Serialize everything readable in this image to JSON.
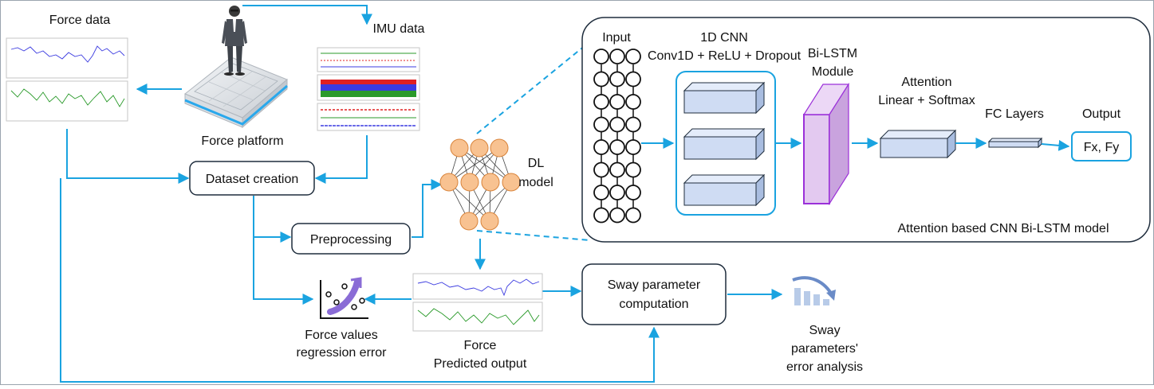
{
  "colors": {
    "arrow": "#1aa3e0",
    "box_stroke": "#1f2d3d",
    "cnn_block_fill": "#cfdcf3",
    "bilstm_fill": "#e3c9f0",
    "bilstm_stroke": "#9b30d9",
    "neuron_fill": "#f8c291",
    "neuron_stroke": "#d9843b",
    "force_line_blue": "#3b3be0",
    "force_line_green": "#2a9a2a",
    "imu_red": "#e02020"
  },
  "icons": {
    "person": "person-on-platform-icon",
    "scatter": "regression-scatter-icon",
    "bars": "error-bar-chart-icon"
  },
  "labels": {
    "force_data": "Force data",
    "imu_data": "IMU data",
    "force_platform": "Force platform",
    "dataset_creation": "Dataset creation",
    "preprocessing": "Preprocessing",
    "dl_model_1": "DL",
    "dl_model_2": "model",
    "regression_1": "Force values",
    "regression_2": "regression error",
    "predicted_1": "Force",
    "predicted_2": "Predicted output",
    "sway_comp_1": "Sway parameter",
    "sway_comp_2": "computation",
    "sway_err_1": "Sway",
    "sway_err_2": "parameters'",
    "sway_err_3": "error analysis"
  },
  "model": {
    "input": "Input",
    "cnn_title": "1D CNN",
    "cnn_sub": "Conv1D + ReLU + Dropout",
    "bilstm_1": "Bi-LSTM",
    "bilstm_2": "Module",
    "attention_1": "Attention",
    "attention_2": "Linear + Softmax",
    "fc": "FC Layers",
    "output": "Output",
    "output_box": "Fx, Fy",
    "caption": "Attention based CNN Bi-LSTM model"
  }
}
